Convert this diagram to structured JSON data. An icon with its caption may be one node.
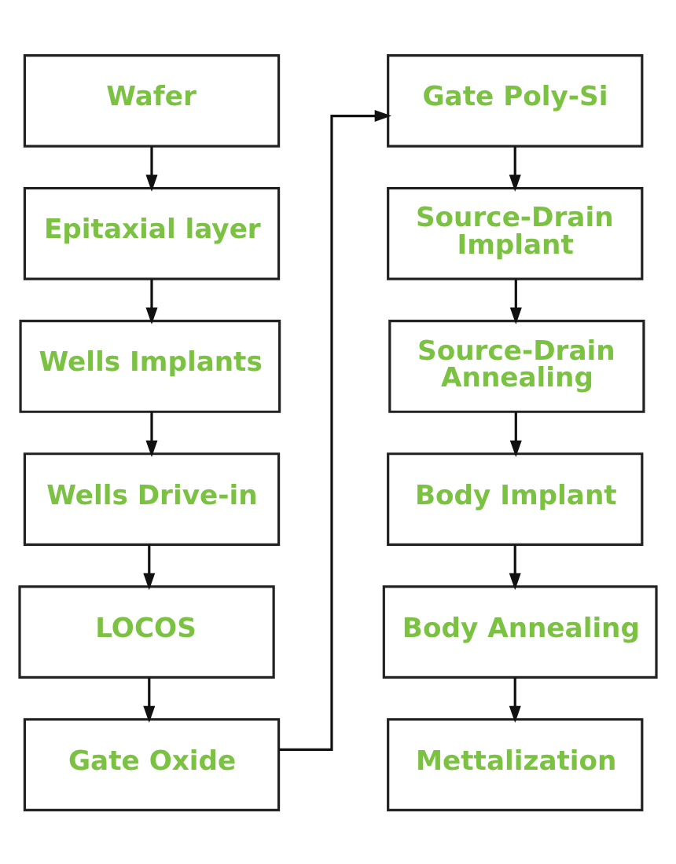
{
  "diagram": {
    "nodes": [
      {
        "text": [
          "Wafer"
        ]
      },
      {
        "text": [
          "Epitaxial layer"
        ]
      },
      {
        "text": [
          "Wells Implants"
        ]
      },
      {
        "text": [
          "Wells Drive-in"
        ]
      },
      {
        "text": [
          "LOCOS"
        ]
      },
      {
        "text": [
          "Gate Oxide"
        ]
      },
      {
        "text": [
          "Gate Poly-Si"
        ]
      },
      {
        "text": [
          "Source-Drain Implant"
        ]
      },
      {
        "text": [
          "Source-Drain Annealing"
        ]
      },
      {
        "text": [
          "Body Implant"
        ]
      },
      {
        "text": [
          "Body Annealing"
        ]
      },
      {
        "text": [
          "Mettalization"
        ]
      }
    ],
    "edges": [
      {
        "from": 0,
        "to": 1,
        "arrow": "to"
      },
      {
        "from": 1,
        "to": 2,
        "arrow": "to"
      },
      {
        "from": 2,
        "to": 3,
        "arrow": "to"
      },
      {
        "from": 3,
        "to": 4,
        "arrow": "to"
      },
      {
        "from": 4,
        "to": 5,
        "arrow": "to"
      },
      {
        "from": 5,
        "to": 6,
        "arrow": "to"
      },
      {
        "from": 6,
        "to": 7,
        "arrow": "to"
      },
      {
        "from": 7,
        "to": 8,
        "arrow": "to"
      },
      {
        "from": 8,
        "to": 9,
        "arrow": "to"
      },
      {
        "from": 9,
        "to": 10,
        "arrow": "to"
      },
      {
        "from": 10,
        "to": 11,
        "arrow": "to"
      }
    ]
  }
}
